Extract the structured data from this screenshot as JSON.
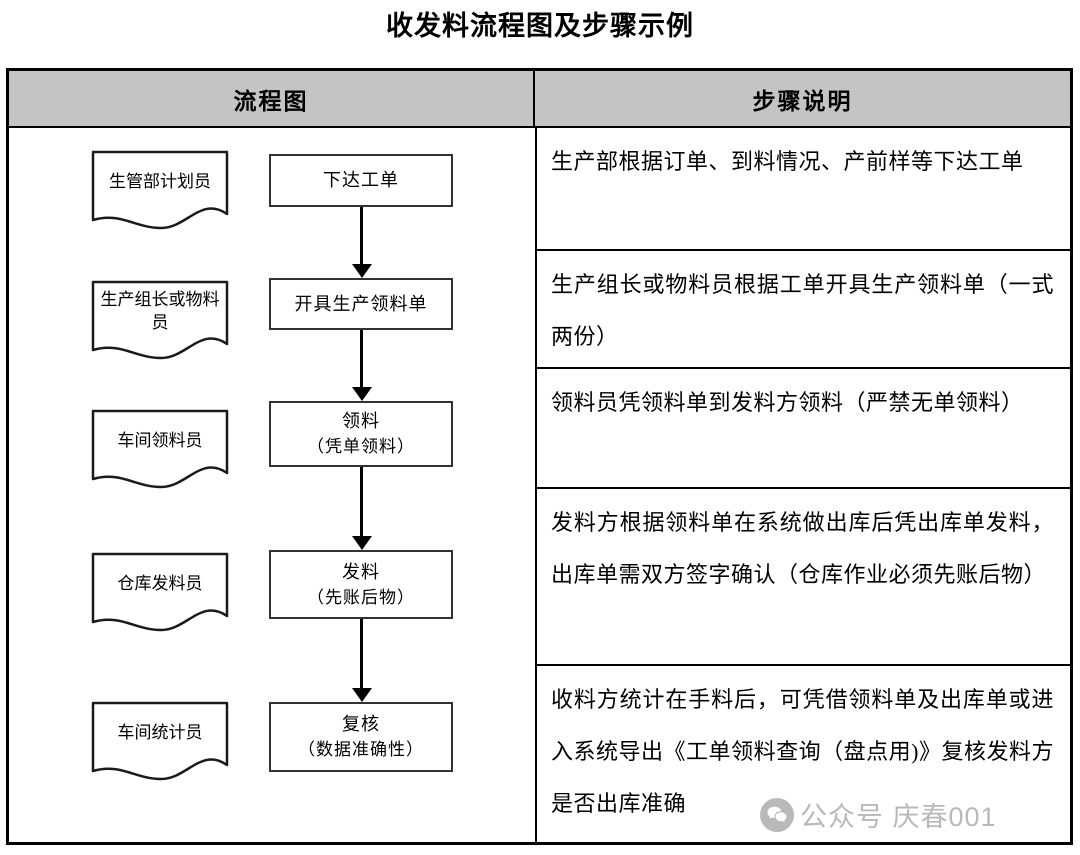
{
  "document": {
    "title": "收发料流程图及步骤示例"
  },
  "table": {
    "headers": {
      "flowchart": "流程图",
      "steps": "步骤说明"
    }
  },
  "flowchart": {
    "roles": [
      {
        "id": "role-1",
        "label": "生管部计划员"
      },
      {
        "id": "role-2",
        "label": "生产组长或物料员"
      },
      {
        "id": "role-3",
        "label": "车间领料员"
      },
      {
        "id": "role-4",
        "label": "仓库发料员"
      },
      {
        "id": "role-5",
        "label": "车间统计员"
      }
    ],
    "nodes": [
      {
        "id": "node-1",
        "main": "下达工单",
        "sub": ""
      },
      {
        "id": "node-2",
        "main": "开具生产领料单",
        "sub": ""
      },
      {
        "id": "node-3",
        "main": "领料",
        "sub": "（凭单领料）"
      },
      {
        "id": "node-4",
        "main": "发料",
        "sub": "（先账后物）"
      },
      {
        "id": "node-5",
        "main": "复核",
        "sub": "（数据准确性）"
      }
    ],
    "connectors": [
      {
        "from": "node-1",
        "to": "node-2",
        "type": "arrow-down"
      },
      {
        "from": "node-2",
        "to": "node-3",
        "type": "arrow-down"
      },
      {
        "from": "node-3",
        "to": "node-4",
        "type": "arrow-down"
      },
      {
        "from": "node-4",
        "to": "node-5",
        "type": "arrow-down"
      }
    ]
  },
  "steps": [
    {
      "id": "step-1",
      "text": "生产部根据订单、到料情况、产前样等下达工单"
    },
    {
      "id": "step-2",
      "text": "生产组长或物料员根据工单开具生产领料单（一式两份）"
    },
    {
      "id": "step-3",
      "text": "领料员凭领料单到发料方领料（严禁无单领料）"
    },
    {
      "id": "step-4",
      "text": "发料方根据领料单在系统做出库后凭出库单发料，出库单需双方签字确认（仓库作业必须先账后物）"
    },
    {
      "id": "step-5",
      "text": "收料方统计在手料后，可凭借领料单及出库单或进入系统导出《工单领料查询（盘点用)》复核发料方是否出库准确"
    }
  ],
  "watermark": {
    "text": "公众号 庆春001",
    "icon": "wechat-icon",
    "color": "#b9b9b9"
  },
  "colors": {
    "header_fill": "#c4c4c4",
    "border": "#000000",
    "node_border": "#333333",
    "page_background": "#ffffff"
  }
}
